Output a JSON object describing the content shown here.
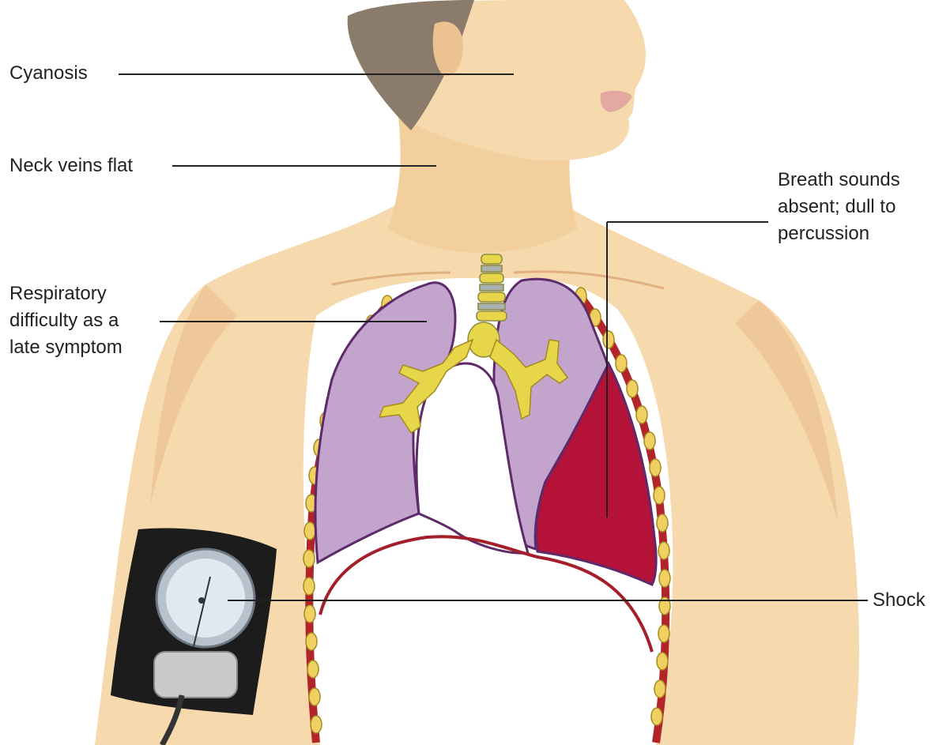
{
  "labels": {
    "cyanosis": "Cyanosis",
    "neck_veins": "Neck veins flat",
    "respiratory": [
      "Respiratory",
      "difficulty as a",
      "late symptom"
    ],
    "breath_sounds": [
      "Breath sounds",
      "absent; dull to",
      "percussion"
    ],
    "shock": "Shock"
  },
  "colors": {
    "skin": "#f6d9ad",
    "skin_shadow": "#e8b988",
    "hair": "#8a7b6a",
    "lung": "#c2a4cc",
    "lung_outline": "#5e2a6a",
    "blood": "#b5123a",
    "rib": "#f0d060",
    "rib_red": "#b3242a",
    "trachea": "#e8d64a",
    "cuff": "#1c1c1c",
    "gauge": "#dfe9f0",
    "leader_line": "#222222"
  }
}
